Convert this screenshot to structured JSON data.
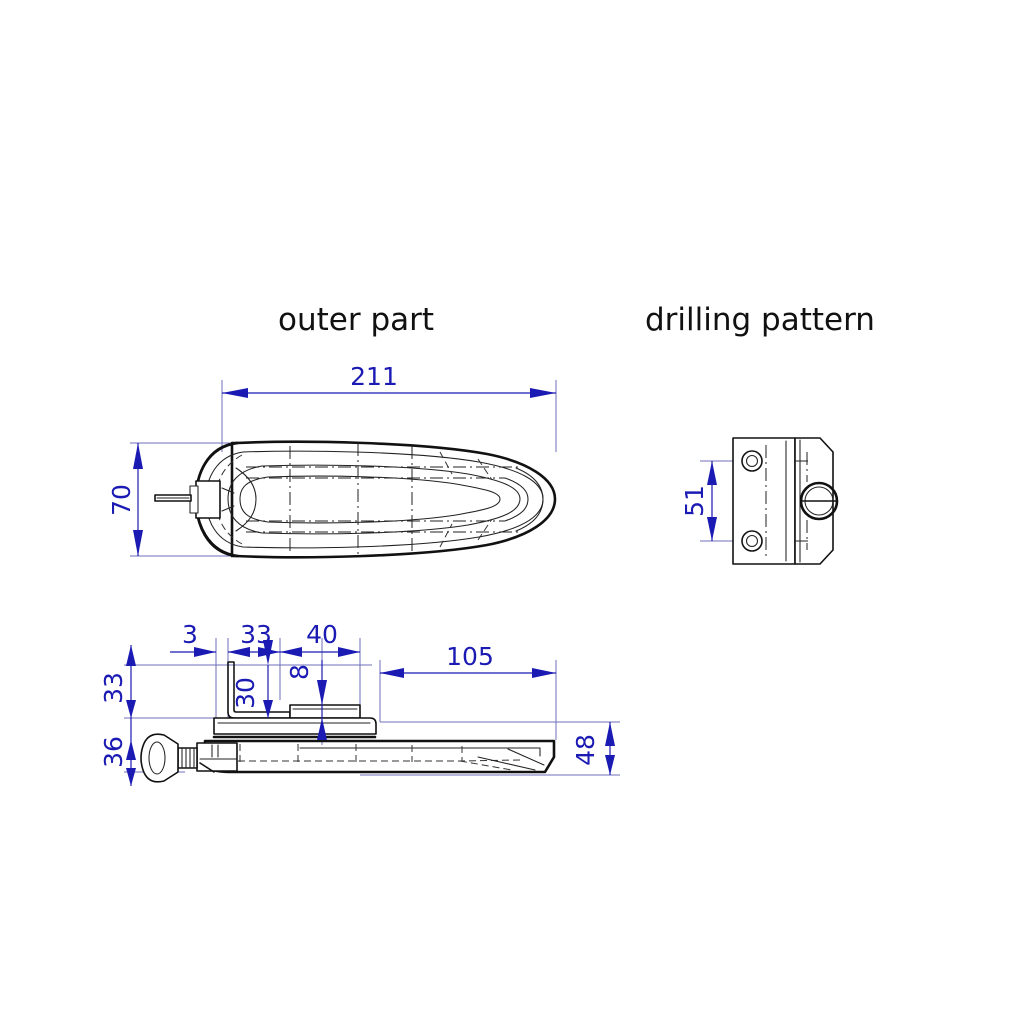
{
  "sheet": {
    "background_color": "#ffffff",
    "line_color": "#111111",
    "dimension_color": "#1b1bb4",
    "extension_line_color": "#6f6fbe"
  },
  "titles": {
    "left": "outer part",
    "right": "drilling pattern"
  },
  "views": [
    {
      "name": "top-view",
      "title": "outer part",
      "description": "plan view of door handle outer part with key cylinder"
    },
    {
      "name": "drilling-pattern-view",
      "title": "drilling pattern",
      "description": "mounting plate with two fixing holes and central cylinder bore"
    },
    {
      "name": "side-view",
      "title": "outer part",
      "description": "side elevation of handle with mounting bracket and inserted key"
    }
  ],
  "dimensions": {
    "top_view": {
      "length": "211",
      "width": "70"
    },
    "drilling_pattern": {
      "hole_spacing": "51"
    },
    "side_view": {
      "offset_3": "3",
      "bracket_33": "33",
      "gap_40": "40",
      "handle_105": "105",
      "height_33": "33",
      "height_36": "36",
      "bracket_height_30": "30",
      "plate_8": "8",
      "handle_48": "48"
    }
  },
  "dimension_list": [
    {
      "id": "d-211",
      "value": "211",
      "orientation": "horizontal",
      "view": "top-view"
    },
    {
      "id": "d-70",
      "value": "70",
      "orientation": "vertical",
      "view": "top-view"
    },
    {
      "id": "d-51",
      "value": "51",
      "orientation": "vertical",
      "view": "drilling-pattern-view"
    },
    {
      "id": "d-3",
      "value": "3",
      "orientation": "horizontal",
      "view": "side-view"
    },
    {
      "id": "d-33h",
      "value": "33",
      "orientation": "horizontal",
      "view": "side-view"
    },
    {
      "id": "d-40",
      "value": "40",
      "orientation": "horizontal",
      "view": "side-view"
    },
    {
      "id": "d-105",
      "value": "105",
      "orientation": "horizontal",
      "view": "side-view"
    },
    {
      "id": "d-33v",
      "value": "33",
      "orientation": "vertical",
      "view": "side-view"
    },
    {
      "id": "d-36",
      "value": "36",
      "orientation": "vertical",
      "view": "side-view"
    },
    {
      "id": "d-30",
      "value": "30",
      "orientation": "vertical",
      "view": "side-view"
    },
    {
      "id": "d-8",
      "value": "8",
      "orientation": "vertical",
      "view": "side-view"
    },
    {
      "id": "d-48",
      "value": "48",
      "orientation": "vertical",
      "view": "side-view"
    }
  ]
}
